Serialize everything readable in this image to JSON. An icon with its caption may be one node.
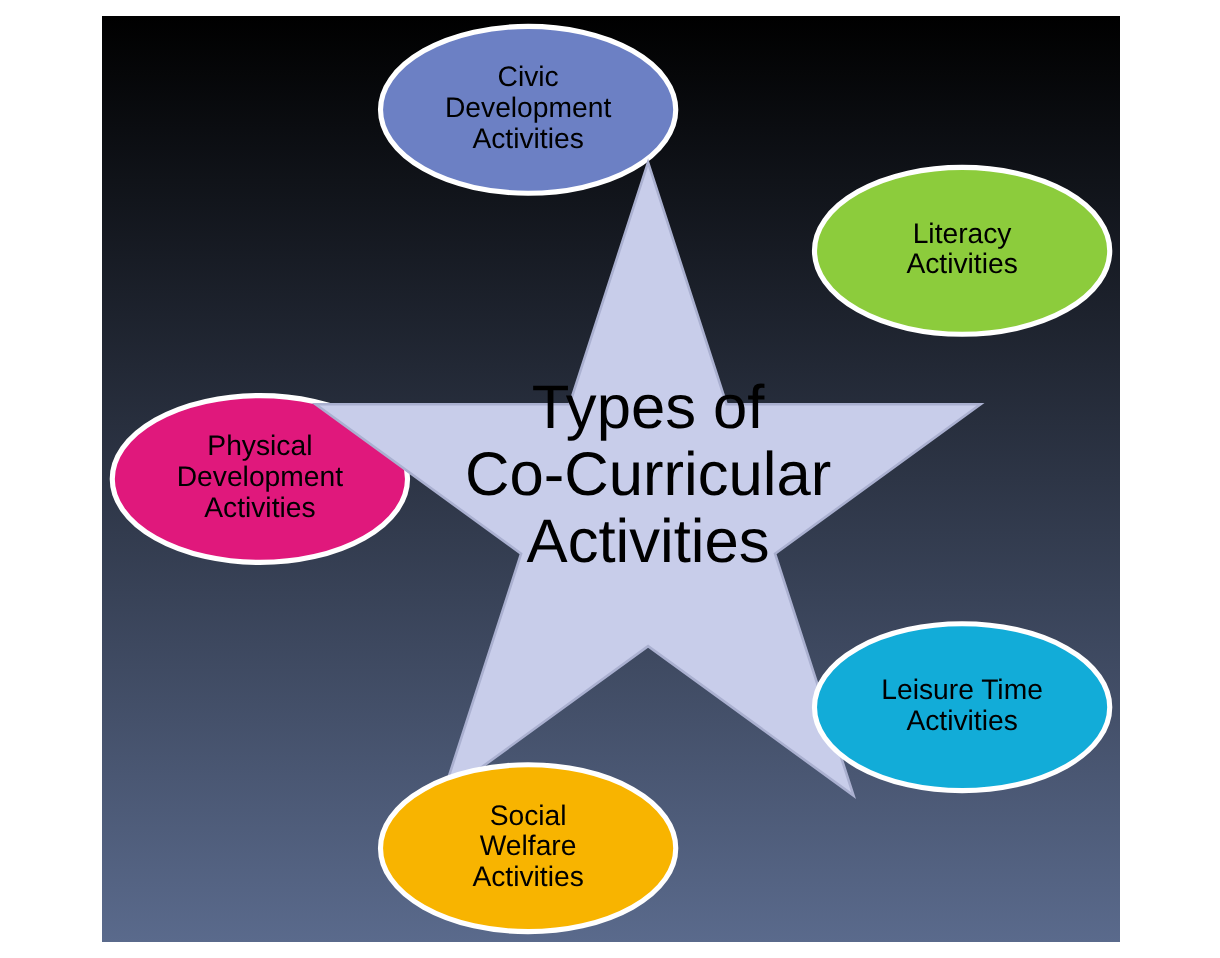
{
  "diagram": {
    "nodes": [
      {
        "text": [
          "Literacy Activities"
        ]
      },
      {
        "text": [
          "Civic Development Activities"
        ]
      },
      {
        "text": [
          "Physical Development Activities"
        ]
      },
      {
        "text": [
          "Types of Co-Curricular Activities"
        ]
      },
      {
        "text": [
          "Social Welfare Activities"
        ]
      },
      {
        "text": [
          "Leisure Time Activities"
        ]
      }
    ]
  }
}
